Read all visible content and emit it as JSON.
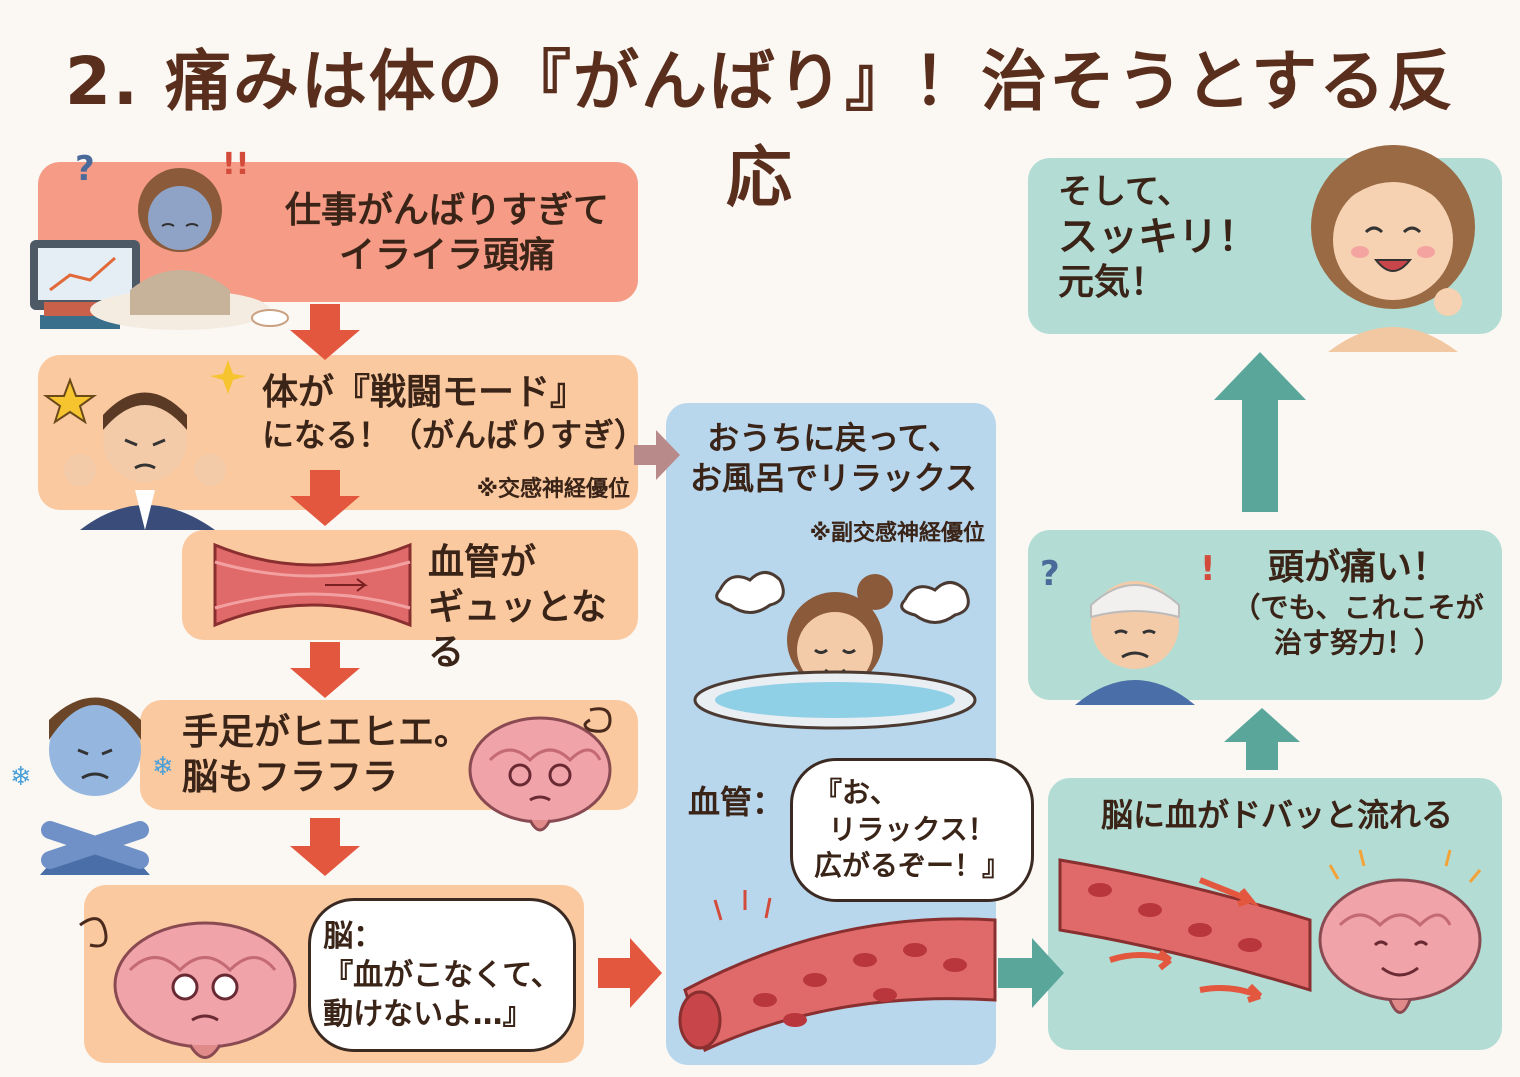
{
  "title": "2. 痛みは体の『がんばり』！治そうとする反応",
  "step1": {
    "line1": "仕事がんばりすぎて",
    "line2": "イライラ頭痛"
  },
  "step2": {
    "line1": "体が『戦闘モード』",
    "line2": "になる！（がんばりすぎ）",
    "note": "※交感神経優位"
  },
  "step3": {
    "line1": "血管が",
    "line2": "ギュッとなる"
  },
  "step4": {
    "line1": "手足がヒエヒエ。",
    "line2": "脳もフラフラ"
  },
  "step5": {
    "speaker": "脳：",
    "line1": "『血がこなくて、",
    "line2": "動けないよ…』"
  },
  "relax": {
    "line1": "おうちに戻って、",
    "line2": "お風呂でリラックス",
    "note": "※副交感神経優位"
  },
  "vessel": {
    "label": "血管：",
    "line1": "『お、",
    "line2": "リラックス！",
    "line3": "広がるぞー！』"
  },
  "flow": {
    "text": "脳に血がドバッと流れる"
  },
  "pain": {
    "line1": "頭が痛い！",
    "line2": "（でも、これこそが",
    "line3": "治す努力！）"
  },
  "final": {
    "line1": "そして、",
    "line2": "スッキリ！",
    "line3": "元気！"
  },
  "colors": {
    "salmon": "#f59b86",
    "peach": "#fbc9a0",
    "blue": "#b8d6ec",
    "teal": "#b2dcd4",
    "arrow_red": "#e4573f",
    "arrow_teal": "#5aa69a",
    "arrow_mauve": "#b88a8a"
  }
}
